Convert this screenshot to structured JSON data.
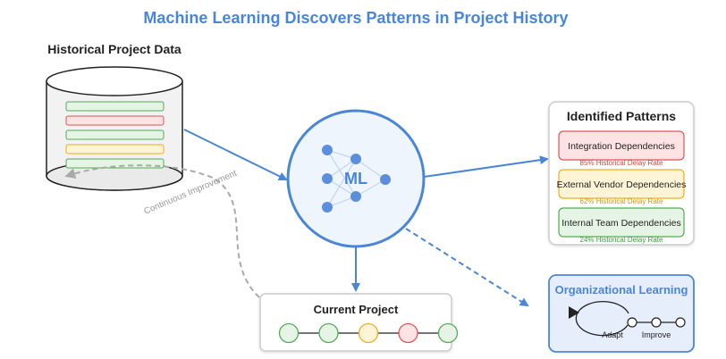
{
  "title": "Machine Learning Discovers Patterns in Project History",
  "historical": {
    "label": "Historical Project Data",
    "rows": [
      {
        "status": "green"
      },
      {
        "status": "red"
      },
      {
        "status": "green"
      },
      {
        "status": "yellow"
      },
      {
        "status": "green"
      }
    ]
  },
  "ml": {
    "label": "ML"
  },
  "feedback": {
    "label": "Continuous Improvement"
  },
  "patterns": {
    "title": "Identified Patterns",
    "items": [
      {
        "label": "Integration Dependencies",
        "rate": "85% Historical Delay Rate",
        "status": "red"
      },
      {
        "label": "External Vendor Dependencies",
        "rate": "62% Historical Delay Rate",
        "status": "yellow"
      },
      {
        "label": "Internal Team Dependencies",
        "rate": "24% Historical Delay Rate",
        "status": "green"
      }
    ]
  },
  "current": {
    "title": "Current Project",
    "nodes": [
      {
        "status": "green"
      },
      {
        "status": "green"
      },
      {
        "status": "yellow"
      },
      {
        "status": "red"
      },
      {
        "status": "green"
      }
    ]
  },
  "org": {
    "title": "Organizational Learning",
    "adapt_label": "Adapt",
    "improve_label": "Improve"
  },
  "colors": {
    "title": "#4a86d8",
    "accent": "#4a86d8",
    "green_fill": "#e6f4e6",
    "green_stroke": "#55aa55",
    "red_fill": "#fde3e3",
    "red_stroke": "#dd5555",
    "yellow_fill": "#fff5d6",
    "yellow_stroke": "#e8b020",
    "red_text": "#cc4444",
    "yellow_text": "#cc9900",
    "green_text": "#3c9a3c"
  }
}
